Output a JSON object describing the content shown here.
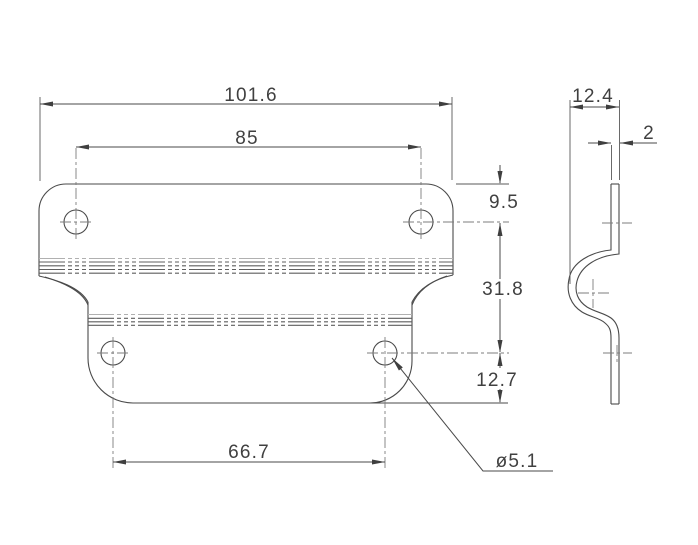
{
  "drawing": {
    "background": "#ffffff",
    "line_color": "#4a4a4a",
    "centerline_color": "#7d7d7d",
    "text_color": "#404040",
    "front_view": {
      "label_overall_width": "101.6",
      "label_top_hole_spacing": "85",
      "label_top_edge_to_hole": "9.5",
      "label_hole_row_spacing": "31.8",
      "label_hole_to_bottom_edge": "12.7",
      "label_bottom_hole_spacing": "66.7",
      "label_hole_diameter": "ø5.1"
    },
    "side_view": {
      "label_depth": "12.4",
      "label_thickness": "2"
    }
  }
}
